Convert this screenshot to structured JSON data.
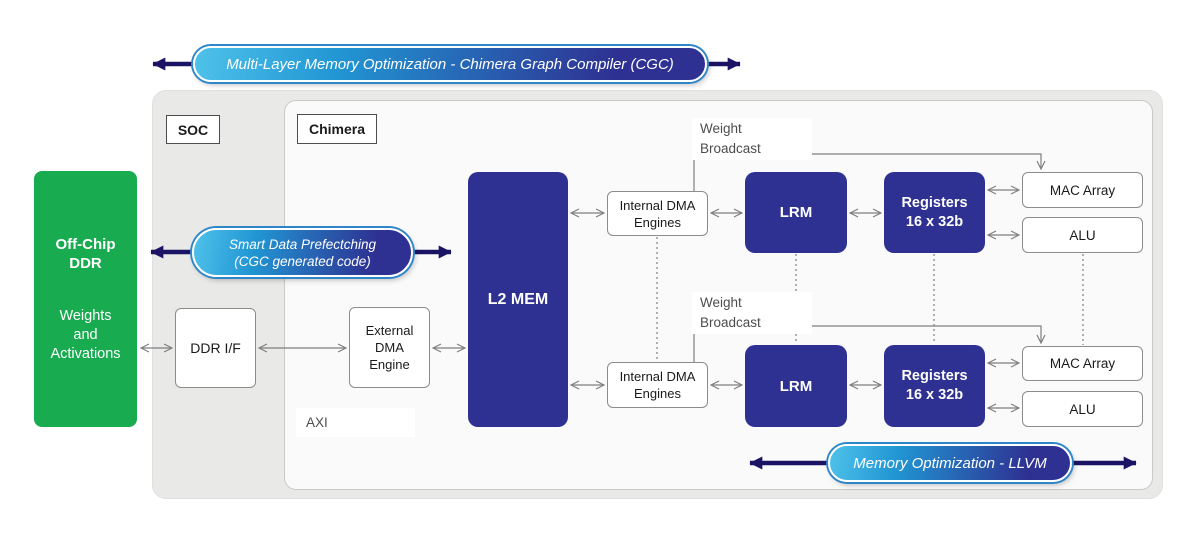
{
  "banners": {
    "top": {
      "label": "Multi-Layer Memory Optimization - Chimera Graph Compiler (CGC)"
    },
    "prefetch": {
      "line1": "Smart Data Prefectching",
      "line2": "(CGC generated code)"
    },
    "llvm": {
      "label": "Memory Optimization - LLVM"
    }
  },
  "panels": {
    "soc_label": "SOC",
    "chimera_label": "Chimera",
    "axi_label": "AXI"
  },
  "offchip_ddr": {
    "title_line1": "Off-Chip",
    "title_line2": "DDR",
    "body_line1": "Weights",
    "body_line2": "and",
    "body_line3": "Activations"
  },
  "blocks": {
    "ddr_if": "DDR I/F",
    "external_dma": {
      "line1": "External",
      "line2": "DMA",
      "line3": "Engine"
    },
    "l2_mem": "L2 MEM",
    "internal_dma_top": {
      "line1": "Internal DMA",
      "line2": "Engines"
    },
    "internal_dma_bottom": {
      "line1": "Internal DMA",
      "line2": "Engines"
    },
    "lrm_top": "LRM",
    "lrm_bottom": "LRM",
    "registers_top": {
      "line1": "Registers",
      "line2": "16 x 32b"
    },
    "registers_bottom": {
      "line1": "Registers",
      "line2": "16 x 32b"
    },
    "mac_array_top": "MAC Array",
    "alu_top": "ALU",
    "mac_array_bottom": "MAC Array",
    "alu_bottom": "ALU",
    "weight_broadcast_top": {
      "line1": "Weight",
      "line2": "Broadcast"
    },
    "weight_broadcast_bottom": {
      "line1": "Weight",
      "line2": "Broadcast"
    }
  },
  "colors": {
    "indigo": "#2E3192",
    "green": "#18AB4F",
    "navy": "#1B1464",
    "cyan": "#3AB6E6",
    "connector": "#7F7F7F",
    "ring": "#2E86C8"
  }
}
